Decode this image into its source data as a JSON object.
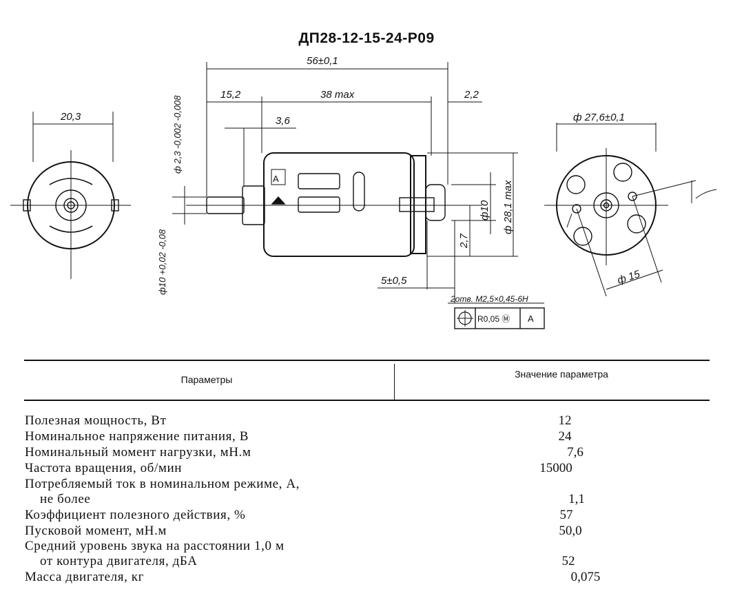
{
  "title": "ДП28-12-15-24-Р09",
  "drawing": {
    "dim_overall": "56±0,1",
    "dim_15_2": "15,2",
    "dim_38max": "38 max",
    "dim_2_2": "2,2",
    "dim_3_6": "3,6",
    "dim_20_3": "20,3",
    "dim_shaft": "ф 2,3 -0,002 -0,008",
    "dim_boss": "ф10 +0,02 -0,08",
    "dim_boss_right": "ф10",
    "dim_2_7": "2,7",
    "dim_body": "ф 28,1 max",
    "dim_5": "5±0,5",
    "holes": "2отв. М2,5×0,45-6Н",
    "datum": "A",
    "tol_position": "R0,05 Ⓜ",
    "tol_datum": "A",
    "dim_flange": "ф 27,6±0,1",
    "dim_pcd": "ф 15"
  },
  "table": {
    "header_params": "Параметры",
    "header_value": "Значение параметра",
    "rows": [
      {
        "label": "Полезная мощность, Вт",
        "value": "12"
      },
      {
        "label": "Номинальное напряжение питания, В",
        "value": "24"
      },
      {
        "label": "Номинальный момент нагрузки, мН.м",
        "value": "7,6"
      },
      {
        "label": "Частота вращения, об/мин",
        "value": "15000"
      },
      {
        "label": "Потребляемый ток в номинальном режиме, А,",
        "label2": "не более",
        "value": "1,1"
      },
      {
        "label": "Коэффициент полезного действия, %",
        "value": "57"
      },
      {
        "label": "Пусковой момент, мН.м",
        "value": "50,0"
      },
      {
        "label": "Средний уровень звука на расстоянии 1,0 м",
        "label2": "от контура двигателя, дБА",
        "value": "52"
      },
      {
        "label": "Масса двигателя, кг",
        "value": "0,075"
      }
    ]
  }
}
